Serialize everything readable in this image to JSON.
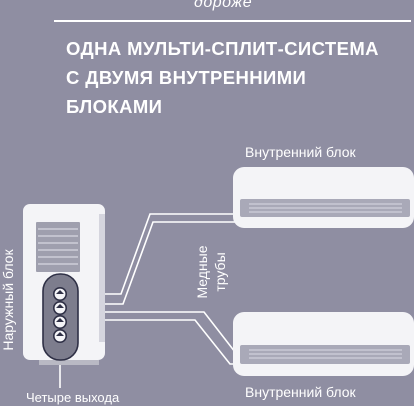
{
  "header": {
    "top_word": "дороже",
    "headline_lines": [
      "ОДНА МУЛЬТИ-СПЛИТ-СИСТЕМА",
      "С ДВУМЯ ВНУТРЕННИМИ",
      "БЛОКАМИ"
    ]
  },
  "diagram": {
    "indoor_top_label": "Внутренний блок",
    "indoor_bottom_label": "Внутренний блок",
    "outdoor_label": "Наружный блок",
    "pipes_label_lines": [
      "Медные",
      "трубы"
    ],
    "outputs_label": "Четыре выхода"
  },
  "colors": {
    "background": "#8f8ea2",
    "unit_body": "#f4f4f7",
    "unit_shadow": "#d8d8e0",
    "panel": "#a9a9b8",
    "dark_accent": "#2f3046",
    "text": "#ffffff"
  }
}
